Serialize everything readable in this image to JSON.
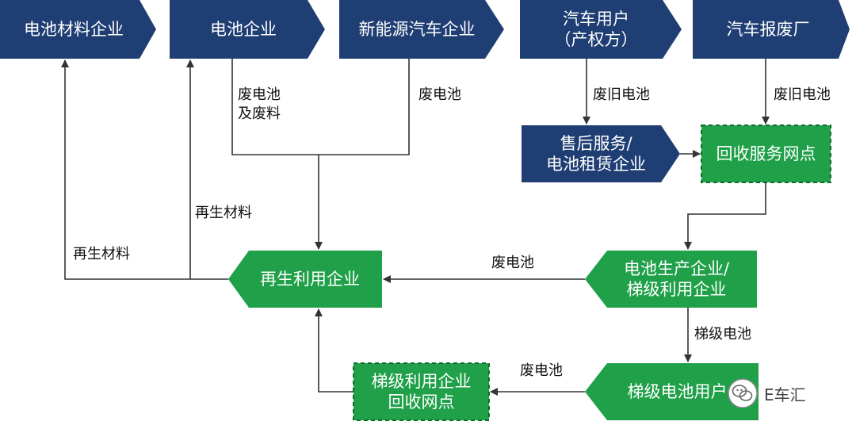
{
  "colors": {
    "blue": "#1f3e73",
    "green": "#1fa049",
    "dashed_green": "#27a84a",
    "line": "#333333"
  },
  "nodes": {
    "battery_material": "电池材料企业",
    "battery_company": "电池企业",
    "nev_company": "新能源汽车企业",
    "car_user": "汽车用户\n（产权方）",
    "scrapyard": "汽车报废厂",
    "aftersales": "售后服务/\n电池租赁企业",
    "recycle_point": "回收服务网点",
    "recycling_company": "再生利用企业",
    "battery_producer": "电池生产企业/\n梯级利用企业",
    "cascade_user": "梯级电池用户",
    "cascade_recycle_point": "梯级利用企业\n回收网点"
  },
  "edge_labels": {
    "waste_battery_and_material": "废电池\n及废料",
    "waste_battery_nev": "废电池",
    "used_battery_user": "废旧电池",
    "used_battery_scrap": "废旧电池",
    "recycled_material_1": "再生材料",
    "recycled_material_2": "再生材料",
    "waste_battery_mid": "废电池",
    "cascade_battery": "梯级电池",
    "waste_battery_bottom": "废电池"
  },
  "watermark": {
    "icon": "wechat-icon",
    "text": "E车汇"
  }
}
